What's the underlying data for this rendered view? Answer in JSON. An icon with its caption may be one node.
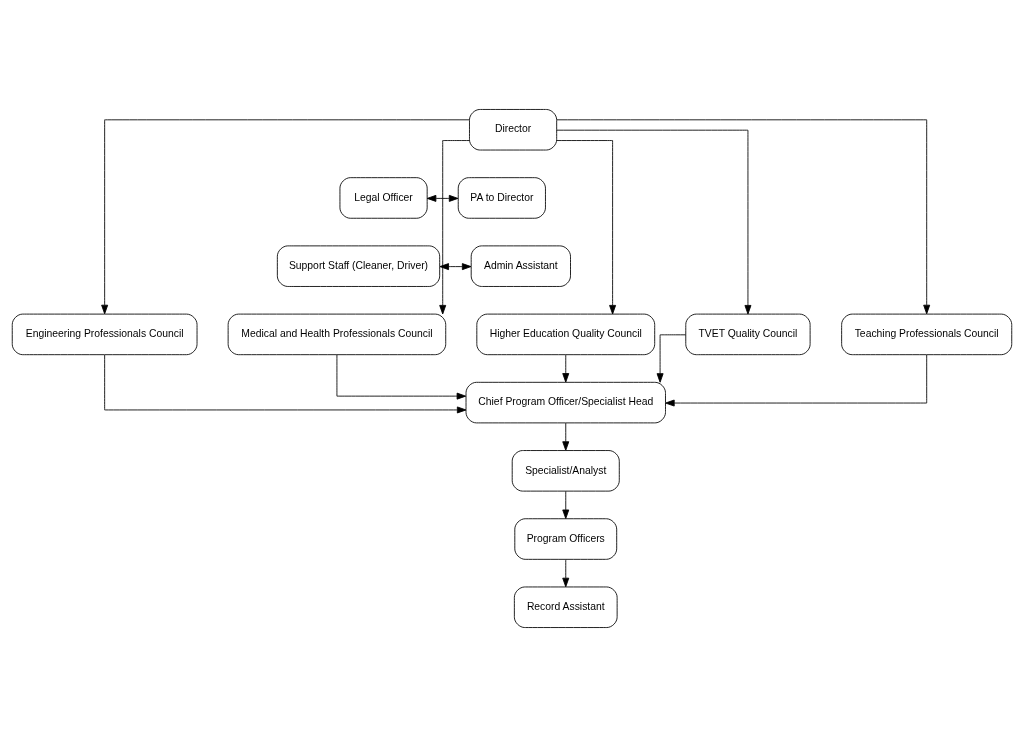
{
  "diagram": {
    "nodes": [
      {
        "text": [
          "Director"
        ]
      },
      {
        "text": [
          "Legal Officer"
        ]
      },
      {
        "text": [
          "PA to Director"
        ]
      },
      {
        "text": [
          "Support Staff (Cleaner, Driver)"
        ]
      },
      {
        "text": [
          "Admin Assistant"
        ]
      },
      {
        "text": [
          "Engineering Professionals Council"
        ]
      },
      {
        "text": [
          "Higher Education Quality Council"
        ]
      },
      {
        "text": [
          "Medical and Health Professionals Council"
        ]
      },
      {
        "text": [
          "TVET Quality Council"
        ]
      },
      {
        "text": [
          "Teaching Professionals Council"
        ]
      },
      {
        "text": [
          "Chief Program Officer/Specialist Head"
        ]
      },
      {
        "text": [
          "Specialist/Analyst"
        ]
      },
      {
        "text": [
          "Program Officers"
        ]
      },
      {
        "text": [
          "Record Assistant"
        ]
      }
    ],
    "edges": [
      {
        "from": 1,
        "to": 2,
        "arrow": "both"
      },
      {
        "from": 3,
        "to": 4,
        "arrow": "both"
      },
      {
        "from": 0,
        "to": 5,
        "arrow": "to"
      },
      {
        "from": 0,
        "to": 6,
        "arrow": "to"
      },
      {
        "from": 0,
        "to": 7,
        "arrow": "to"
      },
      {
        "from": 0,
        "to": 8,
        "arrow": "to"
      },
      {
        "from": 0,
        "to": 9,
        "arrow": "to"
      },
      {
        "from": 5,
        "to": 10,
        "arrow": "to"
      },
      {
        "from": 6,
        "to": 10,
        "arrow": "to"
      },
      {
        "from": 7,
        "to": 10,
        "arrow": "to"
      },
      {
        "from": 8,
        "to": 10,
        "arrow": "to"
      },
      {
        "from": 9,
        "to": 10,
        "arrow": "to"
      },
      {
        "from": 10,
        "to": 11,
        "arrow": "to"
      },
      {
        "from": 11,
        "to": 12,
        "arrow": "to"
      },
      {
        "from": 12,
        "to": 13,
        "arrow": "to"
      }
    ]
  }
}
